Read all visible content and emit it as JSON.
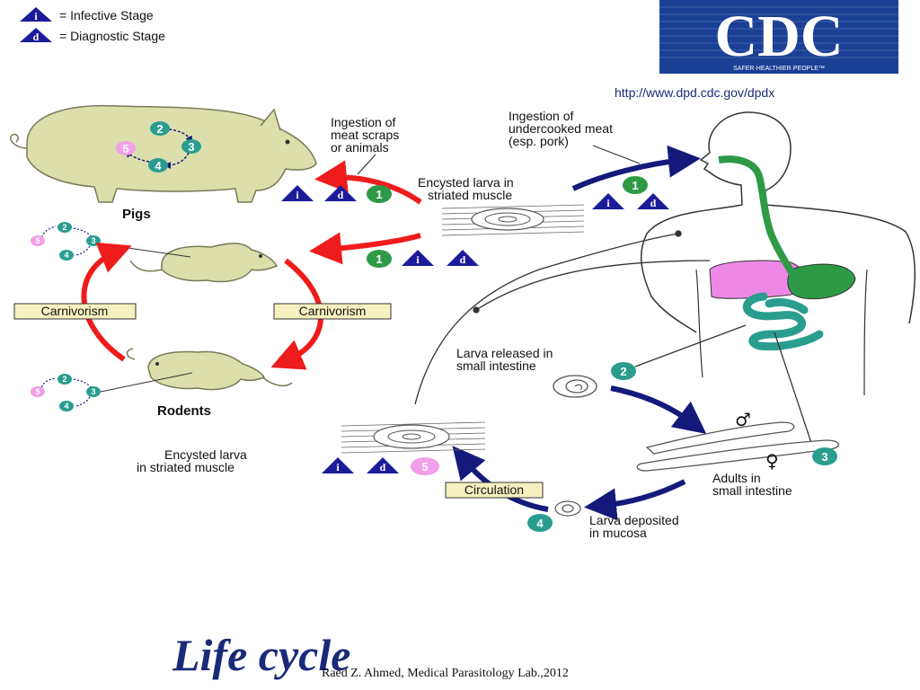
{
  "legend": {
    "infective": {
      "symbol": "i",
      "text": "= Infective Stage"
    },
    "diagnostic": {
      "symbol": "d",
      "text": "= Diagnostic Stage"
    }
  },
  "cdc": {
    "logo": "CDC",
    "tagline": "SAFER·HEALTHIER·PEOPLE™",
    "url": "http://www.dpd.cdc.gov/dpdx"
  },
  "hosts": {
    "pigs": "Pigs",
    "rodents": "Rodents"
  },
  "labels": {
    "ingestion_scraps_1": "Ingestion of",
    "ingestion_scraps_2": "meat scraps",
    "ingestion_scraps_3": "or animals",
    "ingestion_meat_1": "Ingestion of",
    "ingestion_meat_2": "undercooked meat",
    "ingestion_meat_3": "(esp. pork)",
    "encysted_top_1": "Encysted larva in",
    "encysted_top_2": "striated muscle",
    "carnivorism_left": "Carnivorism",
    "carnivorism_right": "Carnivorism",
    "larva_released_1": "Larva released in",
    "larva_released_2": "small intestine",
    "adults_1": "Adults in",
    "adults_2": "small intestine",
    "larva_deposited_1": "Larva deposited",
    "larva_deposited_2": "in mucosa",
    "encysted_bottom_1": "Encysted larva",
    "encysted_bottom_2": "in striated muscle",
    "circulation": "Circulation",
    "male": "♂",
    "female": "♀"
  },
  "stages": {
    "s1": "1",
    "s2": "2",
    "s3": "3",
    "s4": "4",
    "s5": "5"
  },
  "stage_symbols": {
    "i": "i",
    "d": "d"
  },
  "colors": {
    "infective_triangle": "#1c1c9a",
    "stage_green": "#2e9a46",
    "stage_teal": "#2a9d8f",
    "stage_pink": "#f29ee8",
    "arrow_red": "#ee1c1c",
    "arrow_navy": "#141a7c",
    "host_body": "#dcdfac",
    "cdc_blue": "#1a3f95",
    "label_box": "#f6f1c0"
  },
  "footer": {
    "title": "Life cycle",
    "credit": "Raed Z. Ahmed, Medical Parasitology Lab.,2012"
  }
}
